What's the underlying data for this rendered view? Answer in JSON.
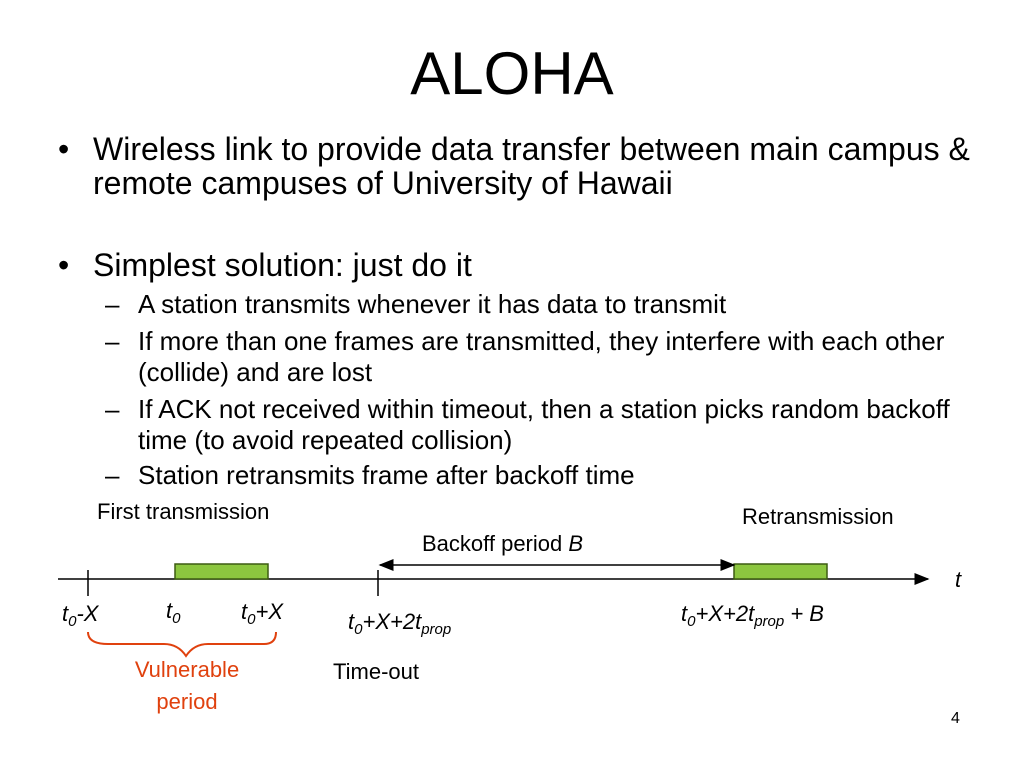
{
  "slide": {
    "title": "ALOHA",
    "bullets": [
      {
        "text": "Wireless link to provide data transfer between main campus & remote campuses of University of Hawaii",
        "subs": []
      },
      {
        "text": "Simplest solution: just do it",
        "subs": [
          "A station transmits whenever it has data to transmit",
          "If more than one frames are transmitted, they interfere with each other (collide) and are lost",
          "If ACK not received within timeout, then a station picks random backoff time (to avoid repeated collision)",
          "Station retransmits frame after backoff time"
        ]
      }
    ],
    "bullet_glyph": "•",
    "dash_glyph": "–",
    "page_number": "4"
  },
  "diagram": {
    "first_transmission": "First transmission",
    "retransmission": "Retransmission",
    "backoff_label": "Backoff period ",
    "backoff_symbol": "B",
    "axis_label": "t",
    "timeout_label": "Time-out",
    "vulnerable_label": "Vulnerable period",
    "labels": {
      "t0_minus_x": {
        "base": "t",
        "sub": "0",
        "rest": "-X"
      },
      "t0": {
        "base": "t",
        "sub": "0"
      },
      "t0_plus_x": {
        "base": "t",
        "sub": "0",
        "rest": "+X"
      },
      "t0_x_2tprop": {
        "base": "t",
        "sub": "0",
        "mid": "+X+2t",
        "sub2": "prop"
      },
      "t0_x_2tprop_b": {
        "base": "t",
        "sub": "0",
        "mid": "+X+2t",
        "sub2": "prop",
        "glyph": "",
        "tail": " + B"
      }
    },
    "colors": {
      "frame_fill": "#8cc63f",
      "frame_border": "#3d5c12",
      "vulnerable": "#e0410e"
    }
  }
}
